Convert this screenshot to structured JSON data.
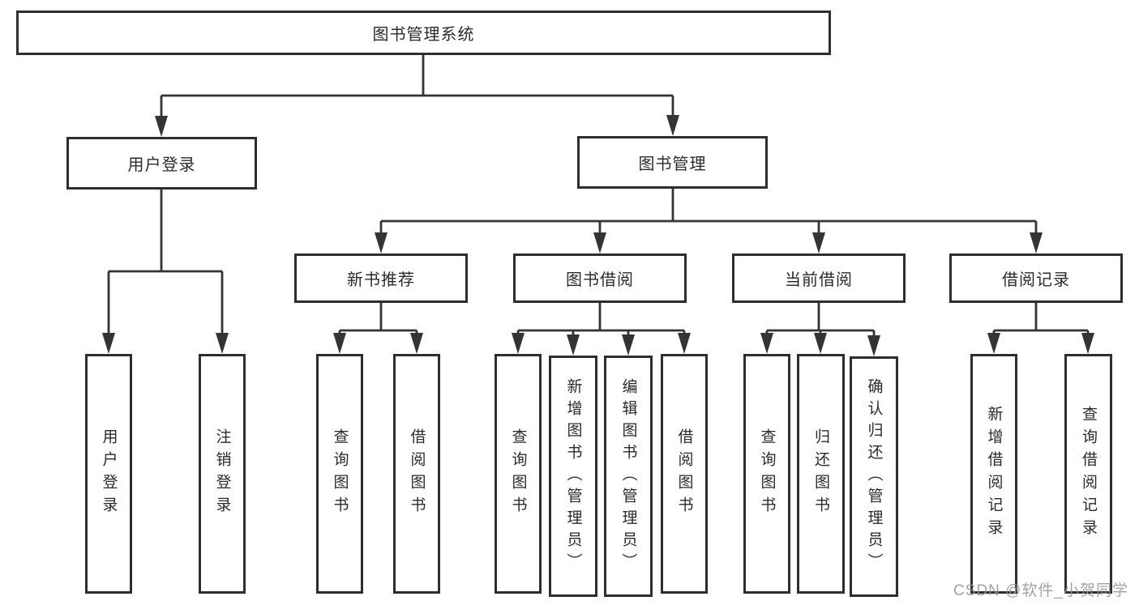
{
  "tree": {
    "root": "图书管理系统",
    "children": [
      {
        "label": "用户登录",
        "children": [
          {
            "label": "用户登录"
          },
          {
            "label": "注销登录"
          }
        ]
      },
      {
        "label": "图书管理",
        "children": [
          {
            "label": "新书推荐",
            "children": [
              {
                "label": "查询图书"
              },
              {
                "label": "借阅图书"
              }
            ]
          },
          {
            "label": "图书借阅",
            "children": [
              {
                "label": "查询图书"
              },
              {
                "label": "新增图书（管理员）"
              },
              {
                "label": "编辑图书（管理员）"
              },
              {
                "label": "借阅图书"
              }
            ]
          },
          {
            "label": "当前借阅",
            "children": [
              {
                "label": "查询图书"
              },
              {
                "label": "归还图书"
              },
              {
                "label": "确认归还（管理员）"
              }
            ]
          },
          {
            "label": "借阅记录",
            "children": [
              {
                "label": "新增借阅记录"
              },
              {
                "label": "查询借阅记录"
              }
            ]
          }
        ]
      }
    ]
  },
  "watermark": "CSDN @软件_小贺同学",
  "colors": {
    "line": "#343434",
    "box_border": "#2e2e2e",
    "text": "#2b2b2b",
    "watermark": "#94949b",
    "background": "#ffffff"
  }
}
